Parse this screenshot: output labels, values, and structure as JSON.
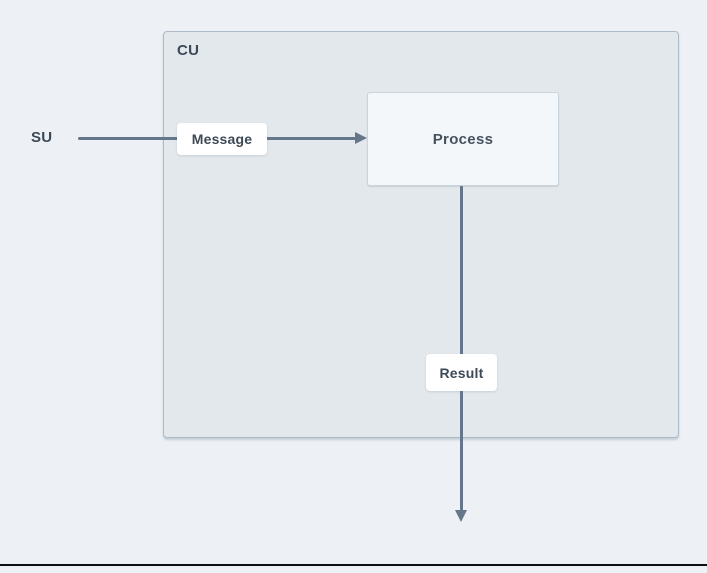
{
  "diagram": {
    "external_actor": {
      "label": "SU"
    },
    "container": {
      "label": "CU"
    },
    "nodes": [
      {
        "id": "process",
        "label": "Process"
      }
    ],
    "edges": [
      {
        "id": "message",
        "label": "Message",
        "direction": "right"
      },
      {
        "id": "result",
        "label": "Result",
        "direction": "down"
      }
    ],
    "colors": {
      "page_background": "#edf1f5",
      "container_fill": "#e3e8ec",
      "container_border": "#aebac6",
      "node_fill": "#f4f7fa",
      "node_border": "#c9d4dc",
      "arrow": "#66768a",
      "text": "#3d4956",
      "edge_label_background": "#ffffff",
      "bottom_rule": "#0c0d0e"
    }
  }
}
